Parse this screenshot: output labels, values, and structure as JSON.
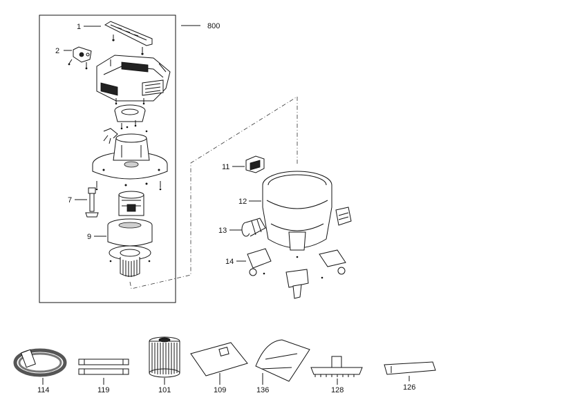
{
  "diagram": {
    "assembly_label": "800",
    "callouts": {
      "c1": "1",
      "c2": "2",
      "c7": "7",
      "c9": "9",
      "c11": "11",
      "c12": "12",
      "c13": "13",
      "c14": "14"
    },
    "accessories": {
      "a114": "114",
      "a119": "119",
      "a101": "101",
      "a109": "109",
      "a136": "136",
      "a128": "128",
      "a126": "126"
    }
  }
}
